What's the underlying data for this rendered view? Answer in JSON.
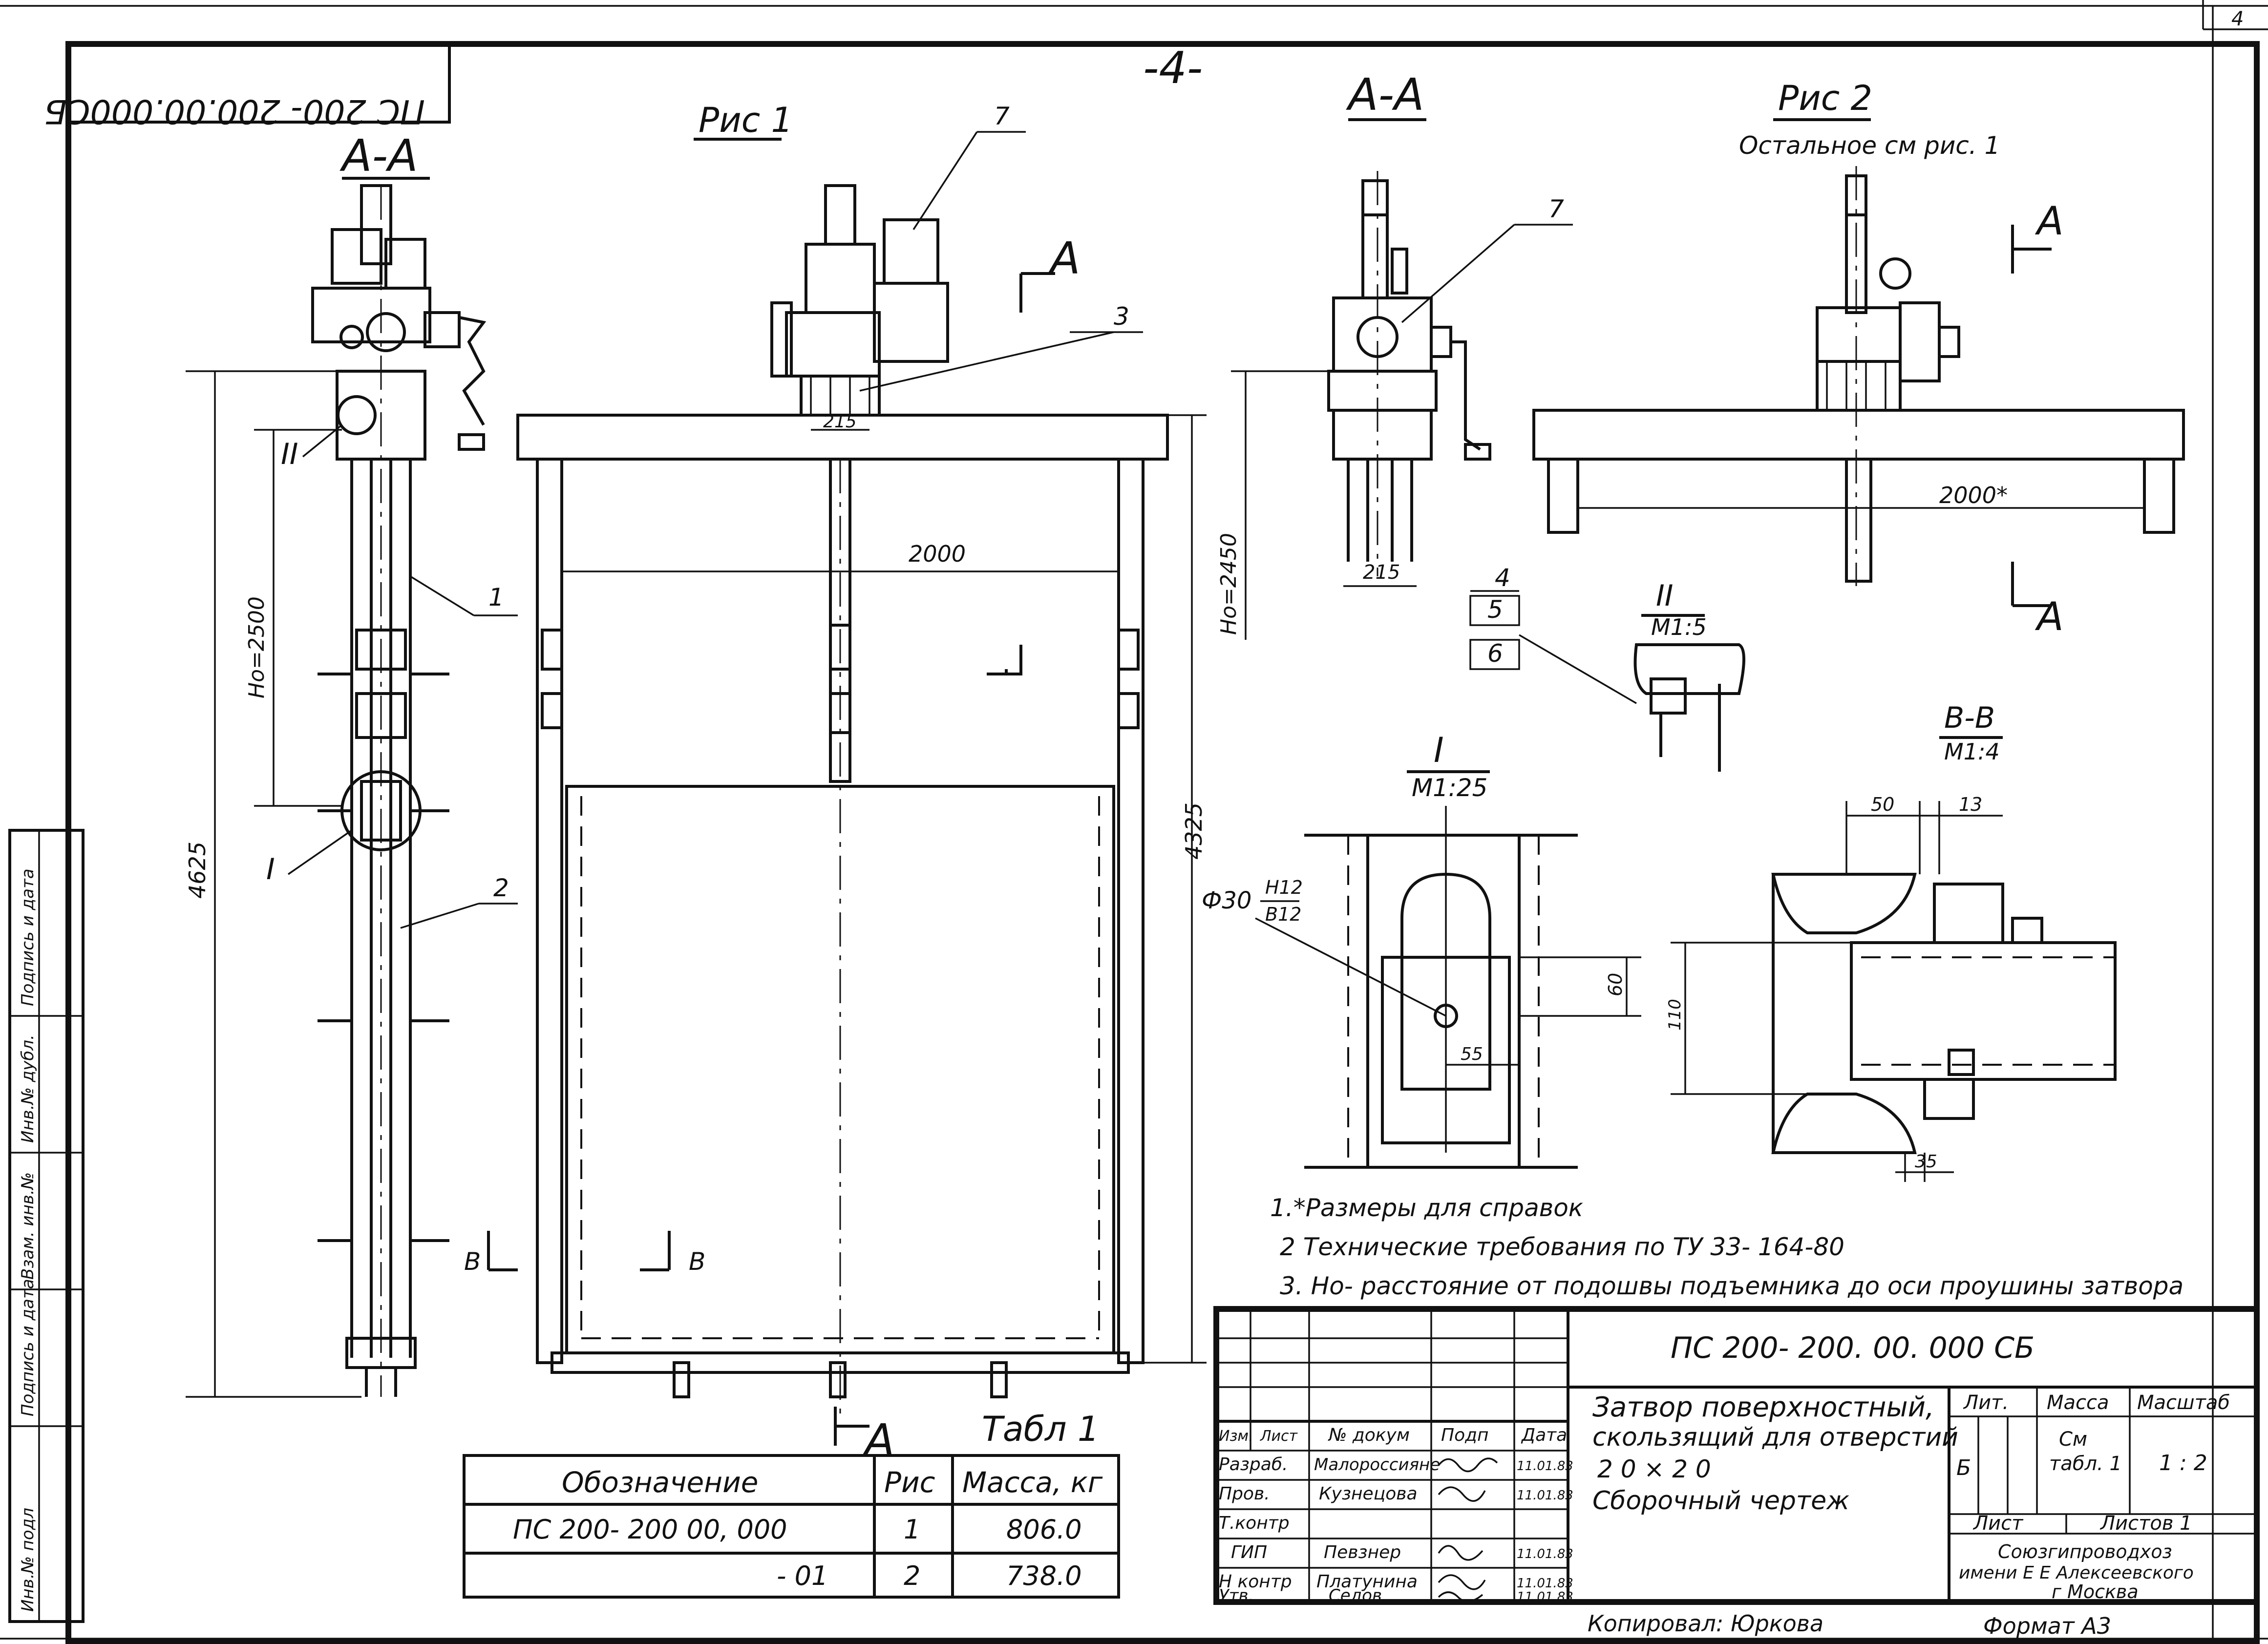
{
  "page_number": "4",
  "sheet_mark": "-4-",
  "stamp_rotated": "ПС 200- 200.00.000СБ",
  "sidebar_labels": [
    "Инв.№ подл",
    "Подпись и дата",
    "Взам. инв.№",
    "Инв.№ дубл.",
    "Подпись и дата"
  ],
  "views": {
    "left_section": "А-А",
    "fig1_title": "Рис 1",
    "mid_section": "А-А",
    "fig2_title": "Рис 2",
    "fig2_subtitle": "Остальное см рис. 1",
    "detail_1_title": "I",
    "detail_1_scale": "М1:25",
    "detail_2_title": "II",
    "detail_2_scale": "М1:5",
    "section_bb_title": "В-В",
    "section_bb_scale": "М1:4",
    "section_mark_a": "А",
    "section_mark_b": "В",
    "roman_1": "I",
    "roman_2": "II"
  },
  "dimensions": {
    "d4625": "4625",
    "d4325": "4325",
    "h2500": "Hо=2500",
    "h2450": "Hо=2450",
    "d2000": "2000",
    "d2000_star": "2000*",
    "d215_a": "215",
    "d215_b": "215",
    "phi30": "Ф30",
    "phi30_fit_top": "H12",
    "phi30_fit_bottom": "В12",
    "d60": "60",
    "d55": "55",
    "d50": "50",
    "d13": "13",
    "d110": "110",
    "d35": "35"
  },
  "callouts": [
    "1",
    "2",
    "3",
    "4",
    "5",
    "6",
    "7"
  ],
  "notes": [
    "1.*Размеры для  справок",
    "2  Технические  требования  по ТУ 33- 164-80",
    "3. Hо- расстояние  от подошвы  подъемника  до оси  проушины  затвора"
  ],
  "table1": {
    "title": "Табл 1",
    "headers": [
      "Обозначение",
      "Рис",
      "Масса, кг"
    ],
    "rows": [
      [
        "ПС 200- 200 00, 000",
        "1",
        "806.0"
      ],
      [
        "- 01",
        "2",
        "738.0"
      ]
    ]
  },
  "title_block": {
    "designation": "ПС 200- 200. 00. 000 СБ",
    "name_line1": "Затвор поверхностный,",
    "name_line2": "скользящий для отверстий",
    "name_line3": "2 0 × 2 0",
    "doc_type": "Сборочный    чертеж",
    "header_cells": [
      "Изм.",
      "Лист",
      "№ докум",
      "Подп",
      "Дата"
    ],
    "roles": [
      {
        "role": "Разраб.",
        "name": "Малороссияне",
        "date": "11.01.83"
      },
      {
        "role": "Пров.",
        "name": "Кузнецова",
        "date": "11.01.83"
      },
      {
        "role": "Т.контр",
        "name": "",
        "date": ""
      },
      {
        "role": "ГИП",
        "name": "Певзнер",
        "date": "11.01.83"
      },
      {
        "role": "Н контр",
        "name": "Платунина",
        "date": "11.01.83"
      },
      {
        "role": "Утв.",
        "name": "Седов",
        "date": "11.01.83"
      }
    ],
    "lit_label": "Лит.",
    "mass_label": "Масса",
    "scale_label": "Масштаб",
    "lit_value": "Б",
    "mass_value_1": "См",
    "mass_value_2": "табл. 1",
    "scale_value": "1 : 2",
    "sheet_label": "Лист",
    "sheets_label": "Листов 1",
    "org_line1": "Союзгипроводхоз",
    "org_line2": "имени Е Е Алексеевского",
    "org_line3": "г Москва"
  },
  "footer": {
    "copied_by": "Копировал: Юркова",
    "format": "Формат  А3"
  }
}
